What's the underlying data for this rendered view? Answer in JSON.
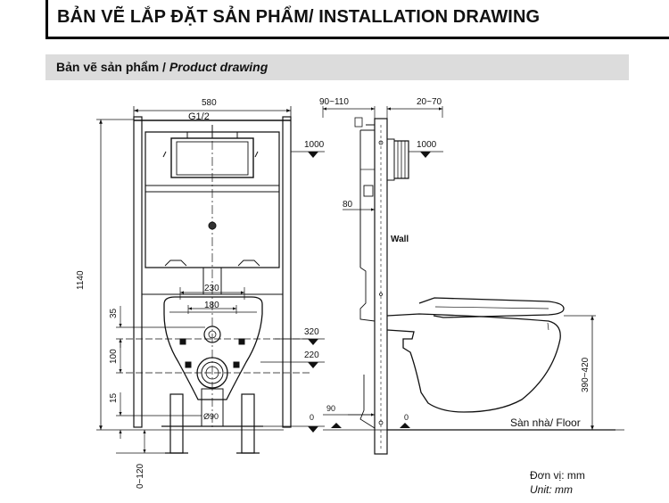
{
  "header": {
    "title": "BẢN VẼ LẮP ĐẶT SẢN PHẨM/ INSTALLATION DRAWING"
  },
  "section": {
    "title_vi": "Bản vẽ sản phẩm / ",
    "title_en": "Product drawing"
  },
  "front_view": {
    "width": "580",
    "inlet": "G1/2",
    "height_total": "1140",
    "dim_230": "230",
    "dim_180": "180",
    "dim_35": "35",
    "dim_100": "100",
    "dim_15": "15",
    "adjust": "0~120",
    "pipe": "Ø90",
    "level_1000": "1000",
    "level_320": "320",
    "level_220": "220",
    "level_0": "0"
  },
  "side_view": {
    "dim_depth": "90~110",
    "dim_wall": "20~70",
    "level_1000": "1000",
    "dim_80": "80",
    "wall_label": "Wall",
    "dim_90": "90",
    "level_0": "0",
    "floor_label": "Sàn nhà/ Floor",
    "bowl_height": "390~420"
  },
  "units": {
    "vi": "Đơn vị: mm",
    "en": "Unit: mm"
  }
}
